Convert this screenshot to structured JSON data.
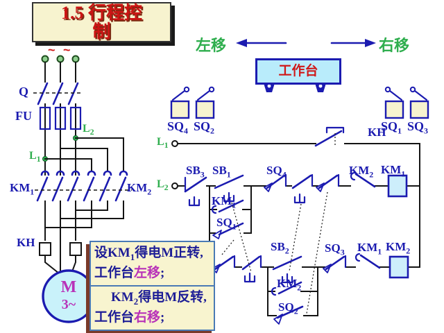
{
  "colors": {
    "blue": "#1b1bb0",
    "wire": "#141414",
    "green": "#2fae4e",
    "red": "#d01818",
    "magenta": "#b832b8",
    "cream": "#f7f3cf",
    "cyan_box": "#b9ecfb",
    "coil_fill": "#cdeefb",
    "note_border": "#4a7ab5",
    "title_text": "#cc1414"
  },
  "title": {
    "line1": "1.5 行程控",
    "line2": "制"
  },
  "scene": {
    "move_left": "左移",
    "move_right": "右移",
    "worktable": "工作台",
    "supply_tilde": "~"
  },
  "labels": {
    "q": {
      "base": "Q"
    },
    "fu": {
      "base": "FU"
    },
    "l1_power": {
      "base": "L",
      "sub": "1"
    },
    "l2_power": {
      "base": "L",
      "sub": "2"
    },
    "km1_power": {
      "base": "KM",
      "sub": "1"
    },
    "km2_power": {
      "base": "KM",
      "sub": "2"
    },
    "kh_power": {
      "base": "KH"
    },
    "motor_m": {
      "base": "M"
    },
    "motor_phase": {
      "base": "3~"
    },
    "sq4_stand": {
      "base": "SQ",
      "sub": "4"
    },
    "sq2_stand": {
      "base": "SQ",
      "sub": "2"
    },
    "sq1_stand": {
      "base": "SQ",
      "sub": "1"
    },
    "sq3_stand": {
      "base": "SQ",
      "sub": "3"
    },
    "l1_ctrl": {
      "base": "L",
      "sub": "1"
    },
    "l2_ctrl": {
      "base": "L",
      "sub": "2"
    },
    "kh_ctrl": {
      "base": "KH"
    },
    "sb3": {
      "base": "SB",
      "sub": "3"
    },
    "sb1": {
      "base": "SB",
      "sub": "1"
    },
    "km1_aux": {
      "base": "KM",
      "sub": "1"
    },
    "sq1_aux": {
      "base": "SQ",
      "sub": "1"
    },
    "sq4_ctrl": {
      "base": "SQ",
      "sub": "4"
    },
    "km2_interlock": {
      "base": "KM",
      "sub": "2"
    },
    "km1_coil": {
      "base": "KM",
      "sub": "1"
    },
    "sb2": {
      "base": "SB",
      "sub": "2"
    },
    "sq3_ctrl": {
      "base": "SQ",
      "sub": "3"
    },
    "km1_interlock": {
      "base": "KM",
      "sub": "1"
    },
    "km2_coil": {
      "base": "KM",
      "sub": "2"
    },
    "km2_self": {
      "base": "KM",
      "sub": "2"
    },
    "sq2_self": {
      "base": "SQ",
      "sub": "2"
    }
  },
  "note": {
    "c1": {
      "pre": "设KM",
      "sub": "1",
      "mid": "得电M正转, 工作台",
      "hl": "左移",
      "end": ";"
    },
    "c2": {
      "pre": "KM",
      "sub": "2",
      "mid": "得电M反转, 工作台",
      "hl": "右移",
      "end": ";"
    }
  }
}
